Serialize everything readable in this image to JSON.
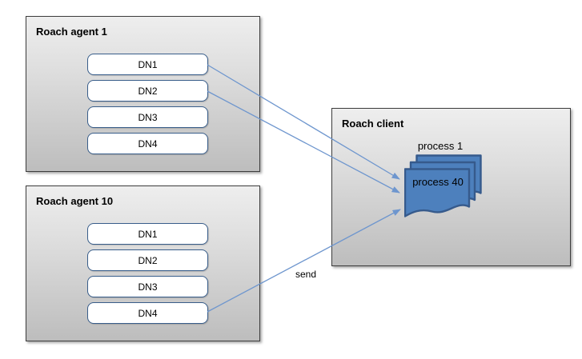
{
  "diagram": {
    "agents": [
      {
        "id": "agent-1",
        "title": "Roach agent 1",
        "nodes": [
          "DN1",
          "DN2",
          "DN3",
          "DN4"
        ]
      },
      {
        "id": "agent-10",
        "title": "Roach agent 10",
        "nodes": [
          "DN1",
          "DN2",
          "DN3",
          "DN4"
        ]
      }
    ],
    "client": {
      "id": "client",
      "title": "Roach client",
      "process_stack": {
        "back_label": "process 1",
        "front_label": "process 40",
        "document_count": 3
      }
    },
    "connections": [
      {
        "from": "Roach agent 1 / DN1",
        "to": "process stack",
        "label": ""
      },
      {
        "from": "Roach agent 1 / DN2",
        "to": "process stack",
        "label": ""
      },
      {
        "from": "Roach agent 10 / DN4",
        "to": "process stack",
        "label": "send"
      }
    ],
    "colors": {
      "connector_blue": "#6e96ce",
      "node_border_blue": "#385d8a",
      "document_fill": "#4d80bd",
      "document_border": "#365a8c",
      "box_border": "#3d3d3d",
      "box_gradient_top": "#eeeeee",
      "box_gradient_bottom": "#bdbdbd",
      "background": "#ffffff"
    }
  }
}
